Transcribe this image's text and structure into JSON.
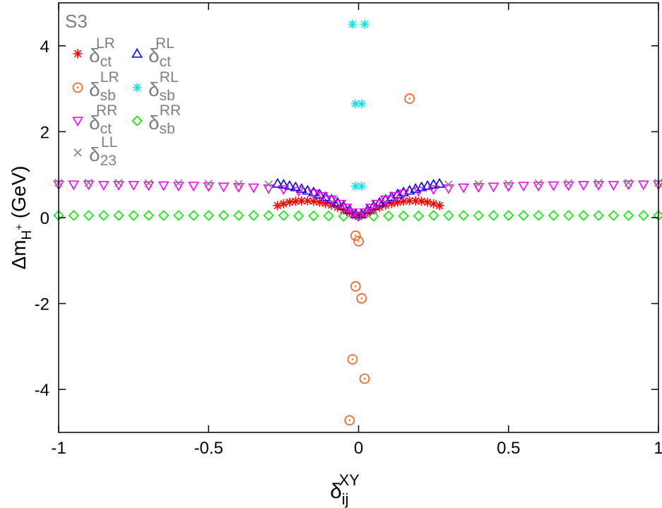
{
  "chart_data": {
    "type": "scatter",
    "panel_label": "S3",
    "xlabel": {
      "base": "δ",
      "sub": "ij",
      "sup": "XY"
    },
    "ylabel": {
      "prefix": "Δm",
      "sub": "H",
      "subsup": "+",
      "suffix": " (GeV)"
    },
    "xlim": [
      -1,
      1
    ],
    "ylim": [
      -5,
      5
    ],
    "x_ticks": [
      -1,
      -0.5,
      0,
      0.5,
      1
    ],
    "x_tick_labels": [
      "-1",
      "-0.5",
      "0",
      "0.5",
      "1"
    ],
    "y_ticks": [
      -4,
      -2,
      0,
      2,
      4
    ],
    "y_tick_labels": [
      "-4",
      "-2",
      "0",
      "2",
      "4"
    ],
    "grid": false,
    "legend_position": "top-left",
    "series": [
      {
        "name": "δ_ct^LR",
        "label_base": "δ",
        "label_sub": "ct",
        "label_sup": "LR",
        "marker": "star",
        "color": "#ff0000",
        "points": [
          [
            -0.27,
            0.28
          ],
          [
            -0.25,
            0.32
          ],
          [
            -0.23,
            0.36
          ],
          [
            -0.21,
            0.38
          ],
          [
            -0.19,
            0.39
          ],
          [
            -0.17,
            0.39
          ],
          [
            -0.15,
            0.38
          ],
          [
            -0.13,
            0.36
          ],
          [
            -0.11,
            0.33
          ],
          [
            -0.09,
            0.29
          ],
          [
            -0.07,
            0.24
          ],
          [
            -0.05,
            0.18
          ],
          [
            -0.03,
            0.12
          ],
          [
            -0.01,
            0.05
          ],
          [
            0.01,
            0.05
          ],
          [
            0.03,
            0.12
          ],
          [
            0.05,
            0.18
          ],
          [
            0.07,
            0.24
          ],
          [
            0.09,
            0.29
          ],
          [
            0.11,
            0.33
          ],
          [
            0.13,
            0.36
          ],
          [
            0.15,
            0.38
          ],
          [
            0.17,
            0.39
          ],
          [
            0.19,
            0.39
          ],
          [
            0.21,
            0.38
          ],
          [
            0.23,
            0.36
          ],
          [
            0.25,
            0.32
          ],
          [
            0.27,
            0.28
          ]
        ]
      },
      {
        "name": "δ_ct^RL",
        "label_base": "δ",
        "label_sub": "ct",
        "label_sup": "RL",
        "marker": "triangle-up",
        "color": "#0000ff",
        "points": [
          [
            -0.27,
            0.79
          ],
          [
            -0.25,
            0.77
          ],
          [
            -0.23,
            0.74
          ],
          [
            -0.21,
            0.71
          ],
          [
            -0.19,
            0.67
          ],
          [
            -0.17,
            0.63
          ],
          [
            -0.15,
            0.59
          ],
          [
            -0.13,
            0.54
          ],
          [
            -0.11,
            0.48
          ],
          [
            -0.09,
            0.42
          ],
          [
            -0.07,
            0.35
          ],
          [
            -0.05,
            0.27
          ],
          [
            -0.03,
            0.18
          ],
          [
            -0.01,
            0.08
          ],
          [
            0.01,
            0.08
          ],
          [
            0.03,
            0.18
          ],
          [
            0.05,
            0.27
          ],
          [
            0.07,
            0.35
          ],
          [
            0.09,
            0.42
          ],
          [
            0.11,
            0.48
          ],
          [
            0.13,
            0.54
          ],
          [
            0.15,
            0.59
          ],
          [
            0.17,
            0.63
          ],
          [
            0.19,
            0.67
          ],
          [
            0.21,
            0.71
          ],
          [
            0.23,
            0.74
          ],
          [
            0.25,
            0.77
          ],
          [
            0.27,
            0.79
          ]
        ]
      },
      {
        "name": "δ_sb^LR",
        "label_base": "δ",
        "label_sub": "sb",
        "label_sup": "LR",
        "marker": "circle-dot",
        "color": "#ff5a10",
        "points": [
          [
            -0.03,
            -4.72
          ],
          [
            -0.02,
            -3.3
          ],
          [
            0.02,
            -3.75
          ],
          [
            -0.01,
            -1.6
          ],
          [
            0.01,
            -1.88
          ],
          [
            -0.01,
            -0.42
          ],
          [
            0.0,
            -0.55
          ],
          [
            0.17,
            2.77
          ]
        ]
      },
      {
        "name": "δ_sb^RL",
        "label_base": "δ",
        "label_sub": "sb",
        "label_sup": "RL",
        "marker": "star",
        "color": "#00e5ee",
        "points": [
          [
            -0.02,
            4.5
          ],
          [
            0.02,
            4.5
          ],
          [
            -0.01,
            2.65
          ],
          [
            0.01,
            2.65
          ],
          [
            -0.01,
            0.73
          ],
          [
            0.01,
            0.73
          ]
        ]
      },
      {
        "name": "δ_ct^RR",
        "label_base": "δ",
        "label_sub": "ct",
        "label_sup": "RR",
        "marker": "triangle-down",
        "color": "#ff00ff",
        "points": [
          [
            -1.0,
            0.77
          ],
          [
            -0.95,
            0.77
          ],
          [
            -0.9,
            0.77
          ],
          [
            -0.85,
            0.76
          ],
          [
            -0.8,
            0.76
          ],
          [
            -0.75,
            0.76
          ],
          [
            -0.7,
            0.75
          ],
          [
            -0.65,
            0.75
          ],
          [
            -0.6,
            0.74
          ],
          [
            -0.55,
            0.74
          ],
          [
            -0.5,
            0.73
          ],
          [
            -0.45,
            0.72
          ],
          [
            -0.4,
            0.71
          ],
          [
            -0.35,
            0.7
          ],
          [
            -0.3,
            0.68
          ],
          [
            -0.25,
            0.66
          ],
          [
            -0.2,
            0.62
          ],
          [
            -0.15,
            0.56
          ],
          [
            -0.12,
            0.5
          ],
          [
            -0.09,
            0.42
          ],
          [
            -0.06,
            0.32
          ],
          [
            -0.04,
            0.23
          ],
          [
            -0.02,
            0.12
          ],
          [
            0.0,
            0.03
          ],
          [
            0.02,
            0.12
          ],
          [
            0.04,
            0.23
          ],
          [
            0.06,
            0.32
          ],
          [
            0.09,
            0.42
          ],
          [
            0.12,
            0.5
          ],
          [
            0.15,
            0.56
          ],
          [
            0.2,
            0.62
          ],
          [
            0.25,
            0.66
          ],
          [
            0.3,
            0.68
          ],
          [
            0.35,
            0.7
          ],
          [
            0.4,
            0.71
          ],
          [
            0.45,
            0.72
          ],
          [
            0.5,
            0.73
          ],
          [
            0.55,
            0.74
          ],
          [
            0.6,
            0.74
          ],
          [
            0.65,
            0.75
          ],
          [
            0.7,
            0.75
          ],
          [
            0.75,
            0.76
          ],
          [
            0.8,
            0.76
          ],
          [
            0.85,
            0.76
          ],
          [
            0.9,
            0.77
          ],
          [
            0.95,
            0.77
          ],
          [
            1.0,
            0.77
          ]
        ]
      },
      {
        "name": "δ_sb^RR",
        "label_base": "δ",
        "label_sub": "sb",
        "label_sup": "RR",
        "marker": "diamond",
        "color": "#00ee00",
        "points": [
          [
            -1.0,
            0.05
          ],
          [
            -0.95,
            0.05
          ],
          [
            -0.9,
            0.05
          ],
          [
            -0.85,
            0.05
          ],
          [
            -0.8,
            0.05
          ],
          [
            -0.75,
            0.05
          ],
          [
            -0.7,
            0.05
          ],
          [
            -0.65,
            0.05
          ],
          [
            -0.6,
            0.05
          ],
          [
            -0.55,
            0.05
          ],
          [
            -0.5,
            0.05
          ],
          [
            -0.45,
            0.05
          ],
          [
            -0.4,
            0.05
          ],
          [
            -0.35,
            0.05
          ],
          [
            -0.3,
            0.05
          ],
          [
            -0.25,
            0.05
          ],
          [
            -0.2,
            0.04
          ],
          [
            -0.15,
            0.04
          ],
          [
            -0.1,
            0.04
          ],
          [
            -0.05,
            0.03
          ],
          [
            0.0,
            0.03
          ],
          [
            0.05,
            0.03
          ],
          [
            0.1,
            0.04
          ],
          [
            0.15,
            0.04
          ],
          [
            0.2,
            0.04
          ],
          [
            0.25,
            0.05
          ],
          [
            0.3,
            0.05
          ],
          [
            0.35,
            0.05
          ],
          [
            0.4,
            0.05
          ],
          [
            0.45,
            0.05
          ],
          [
            0.5,
            0.05
          ],
          [
            0.55,
            0.05
          ],
          [
            0.6,
            0.05
          ],
          [
            0.65,
            0.05
          ],
          [
            0.7,
            0.05
          ],
          [
            0.75,
            0.05
          ],
          [
            0.8,
            0.05
          ],
          [
            0.85,
            0.05
          ],
          [
            0.9,
            0.05
          ],
          [
            0.95,
            0.05
          ],
          [
            1.0,
            0.05
          ]
        ]
      },
      {
        "name": "δ_23^LL",
        "label_base": "δ",
        "label_sub": "23",
        "label_sup": "LL",
        "marker": "cross",
        "color": "#808080",
        "points": [
          [
            -1.0,
            0.81
          ],
          [
            -0.9,
            0.81
          ],
          [
            -0.8,
            0.81
          ],
          [
            -0.7,
            0.8
          ],
          [
            -0.6,
            0.8
          ],
          [
            -0.5,
            0.79
          ],
          [
            -0.4,
            0.78
          ],
          [
            -0.3,
            0.77
          ],
          [
            0.3,
            0.77
          ],
          [
            0.4,
            0.78
          ],
          [
            0.5,
            0.79
          ],
          [
            0.6,
            0.8
          ],
          [
            0.7,
            0.8
          ],
          [
            0.8,
            0.81
          ],
          [
            0.9,
            0.81
          ],
          [
            1.0,
            0.81
          ]
        ]
      }
    ]
  }
}
